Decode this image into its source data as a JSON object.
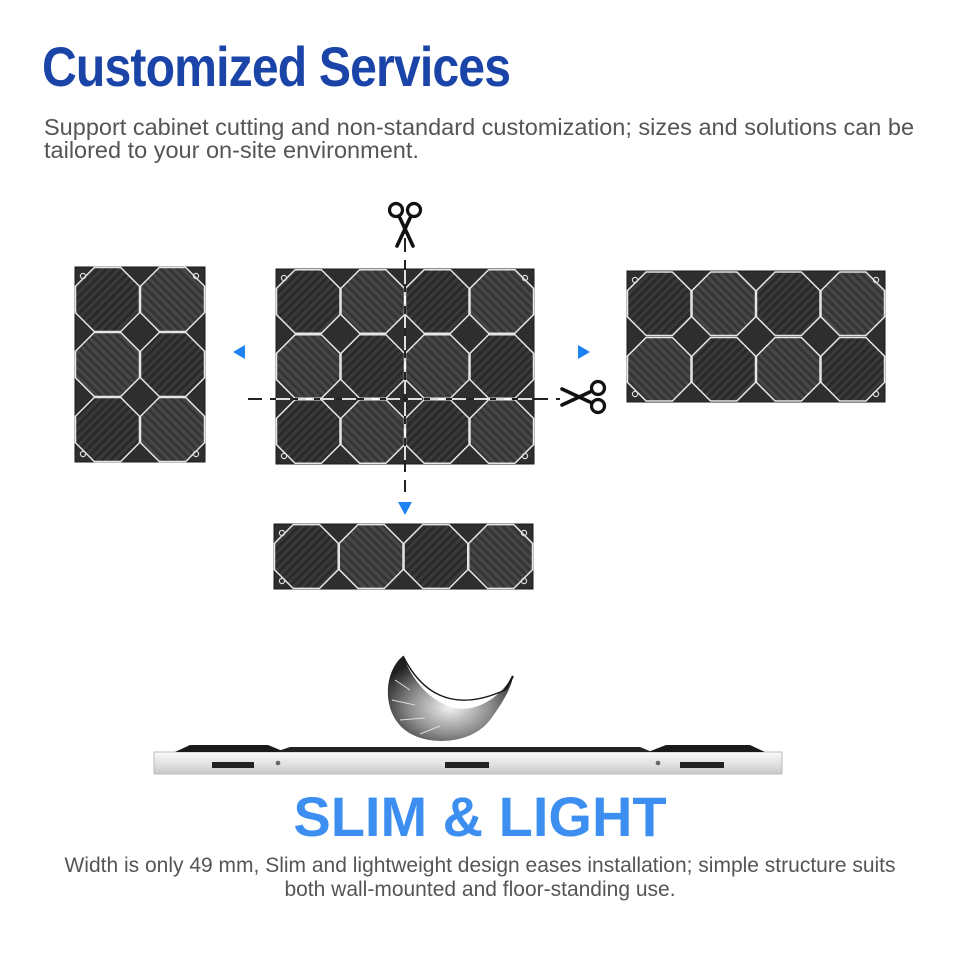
{
  "header": {
    "title": "Customized Services",
    "subtitle": "Support cabinet cutting and non-standard customization; sizes and solutions can be tailored to your on-site environment."
  },
  "diagram": {
    "icons": [
      "scissors-icon",
      "scissors-icon",
      "arrow-left-icon",
      "arrow-right-icon",
      "arrow-down-icon",
      "feather-icon"
    ],
    "colors": {
      "panel": "#333333",
      "panel_dark": "#232323",
      "panel_light": "#4d4d4d",
      "seam": "#e6e6e6",
      "arrow": "#1e82f0",
      "cut_line": "#222222"
    }
  },
  "slim": {
    "title": "SLIM & LIGHT",
    "description": "Width is only 49 mm, Slim and lightweight design eases installation; simple structure suits both wall-mounted and floor-standing use."
  }
}
